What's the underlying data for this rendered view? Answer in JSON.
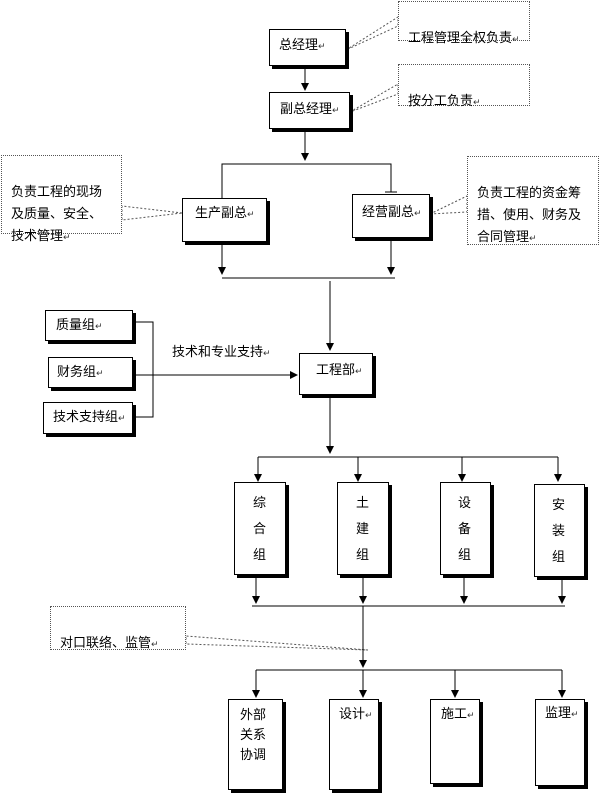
{
  "nodes": {
    "gm": "总经理",
    "vgm": "副总经理",
    "prod_vp": "生产副总",
    "biz_vp": "经营副总",
    "quality": "质量组",
    "finance": "财务组",
    "techsupport": "技术支持组",
    "engdept": "工程部",
    "group1": "综\n合\n组",
    "group2": "土\n建\n组",
    "group3": "设\n备\n组",
    "group4": "安\n装\n组",
    "ext": "外部\n关系\n协调",
    "design": "设计",
    "construction": "施工",
    "supervision": "监理"
  },
  "notes": {
    "gm": "工程管理全权负责",
    "vgm": "按分工负责",
    "prod": "负责工程的现场\n及质量、安全、\n技术管理",
    "biz": "负责工程的资金筹\n措、使用、财务及\n合同管理",
    "liaison": "对口联络、监管"
  },
  "edge_labels": {
    "support": "技术和专业支持"
  },
  "paragraph_mark": "↵"
}
